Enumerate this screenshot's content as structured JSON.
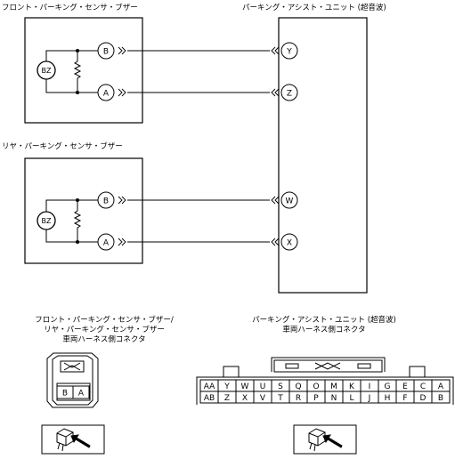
{
  "labels": {
    "front_buzzer_title": "フロント・パーキング・センサ・ブザー",
    "unit_title": "パーキング・アシスト・ユニット (超音波)",
    "rear_buzzer_title": "リヤ・パーキング・センサ・ブザー",
    "buzzer_connector_line1": "フロント・パーキング・センサ・ブザー/",
    "buzzer_connector_line2": "リヤ・パーキング・センサ・ブザー",
    "buzzer_connector_line3": "車両ハーネス側コネクタ",
    "unit_connector_line1": "パーキング・アシスト・ユニット (超音波)",
    "unit_connector_line2": "車両ハーネス側コネクタ",
    "buzzer_symbol": "BZ"
  },
  "pins": {
    "front_b": "B",
    "front_a": "A",
    "rear_b": "B",
    "rear_a": "A",
    "unit_y": "Y",
    "unit_z": "Z",
    "unit_w": "W",
    "unit_x": "X"
  },
  "buzzer_connector": {
    "pins": [
      "B",
      "A"
    ]
  },
  "unit_connector": {
    "top_row": [
      "AA",
      "Y",
      "W",
      "U",
      "S",
      "Q",
      "O",
      "M",
      "K",
      "I",
      "G",
      "E",
      "C",
      "A"
    ],
    "bottom_row": [
      "AB",
      "Z",
      "X",
      "V",
      "T",
      "R",
      "P",
      "N",
      "L",
      "J",
      "H",
      "F",
      "D",
      "B"
    ]
  }
}
